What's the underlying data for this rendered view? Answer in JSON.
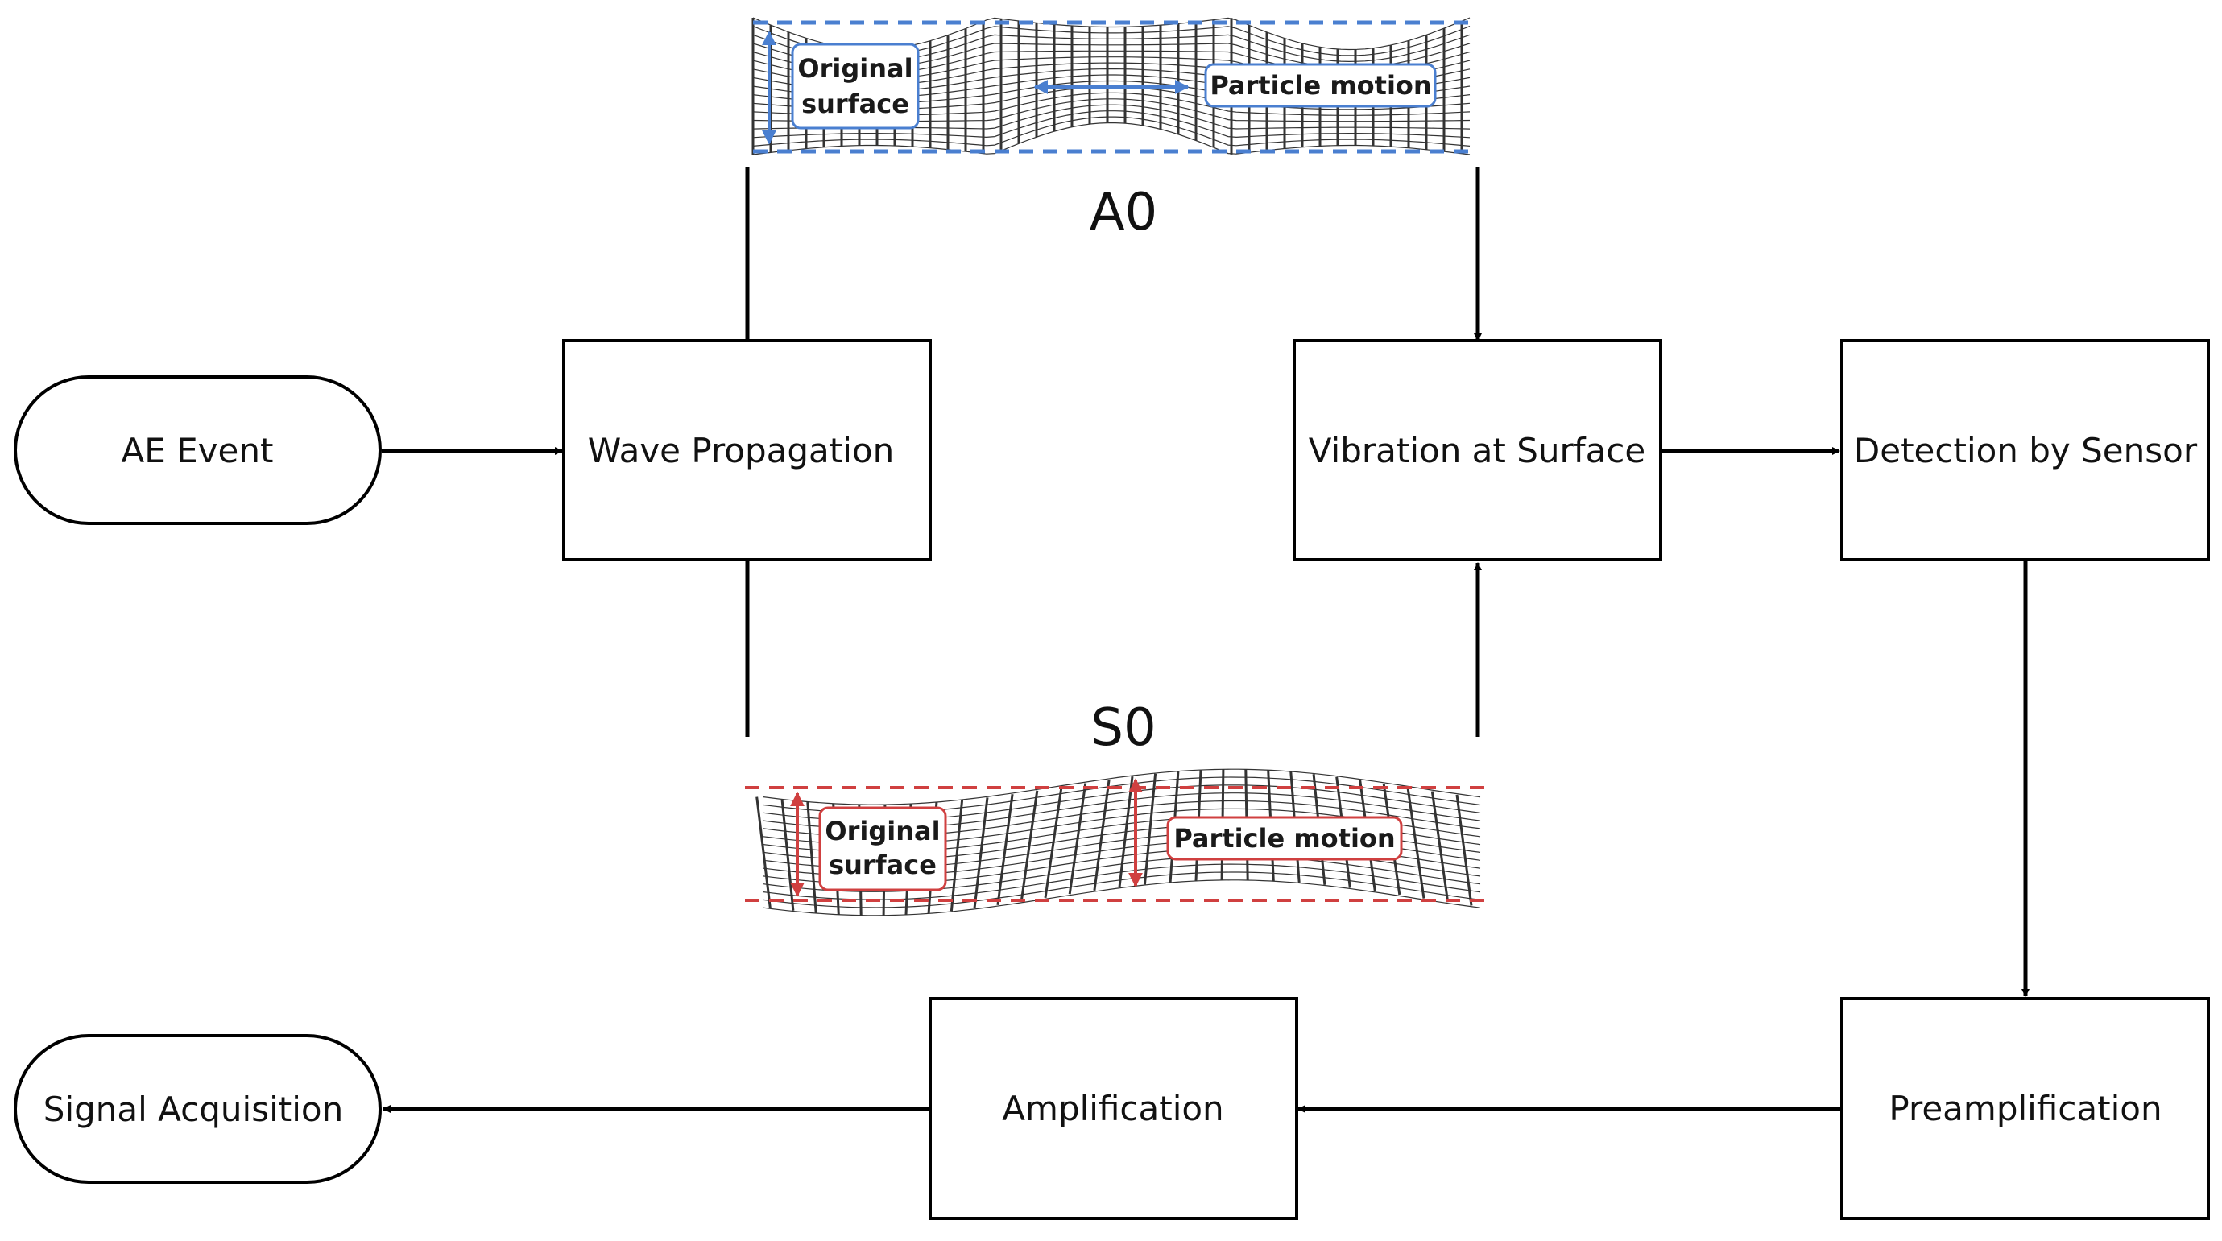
{
  "nodes": {
    "ae_event": "AE Event",
    "wave_propagation": "Wave Propagation",
    "vibration_at_surface": "Vibration at Surface",
    "detection_by_sensor": "Detection by Sensor",
    "preamplification": "Preamplification",
    "amplification": "Amplification",
    "signal_acquisition": "Signal Acquisition"
  },
  "modes": {
    "a0": {
      "label": "A0",
      "original_surface": [
        "Original",
        "surface"
      ],
      "particle_motion": "Particle motion",
      "accent_color": "#4a7fd0"
    },
    "s0": {
      "label": "S0",
      "original_surface": [
        "Original",
        "surface"
      ],
      "particle_motion": "Particle motion",
      "accent_color": "#d04040"
    }
  }
}
